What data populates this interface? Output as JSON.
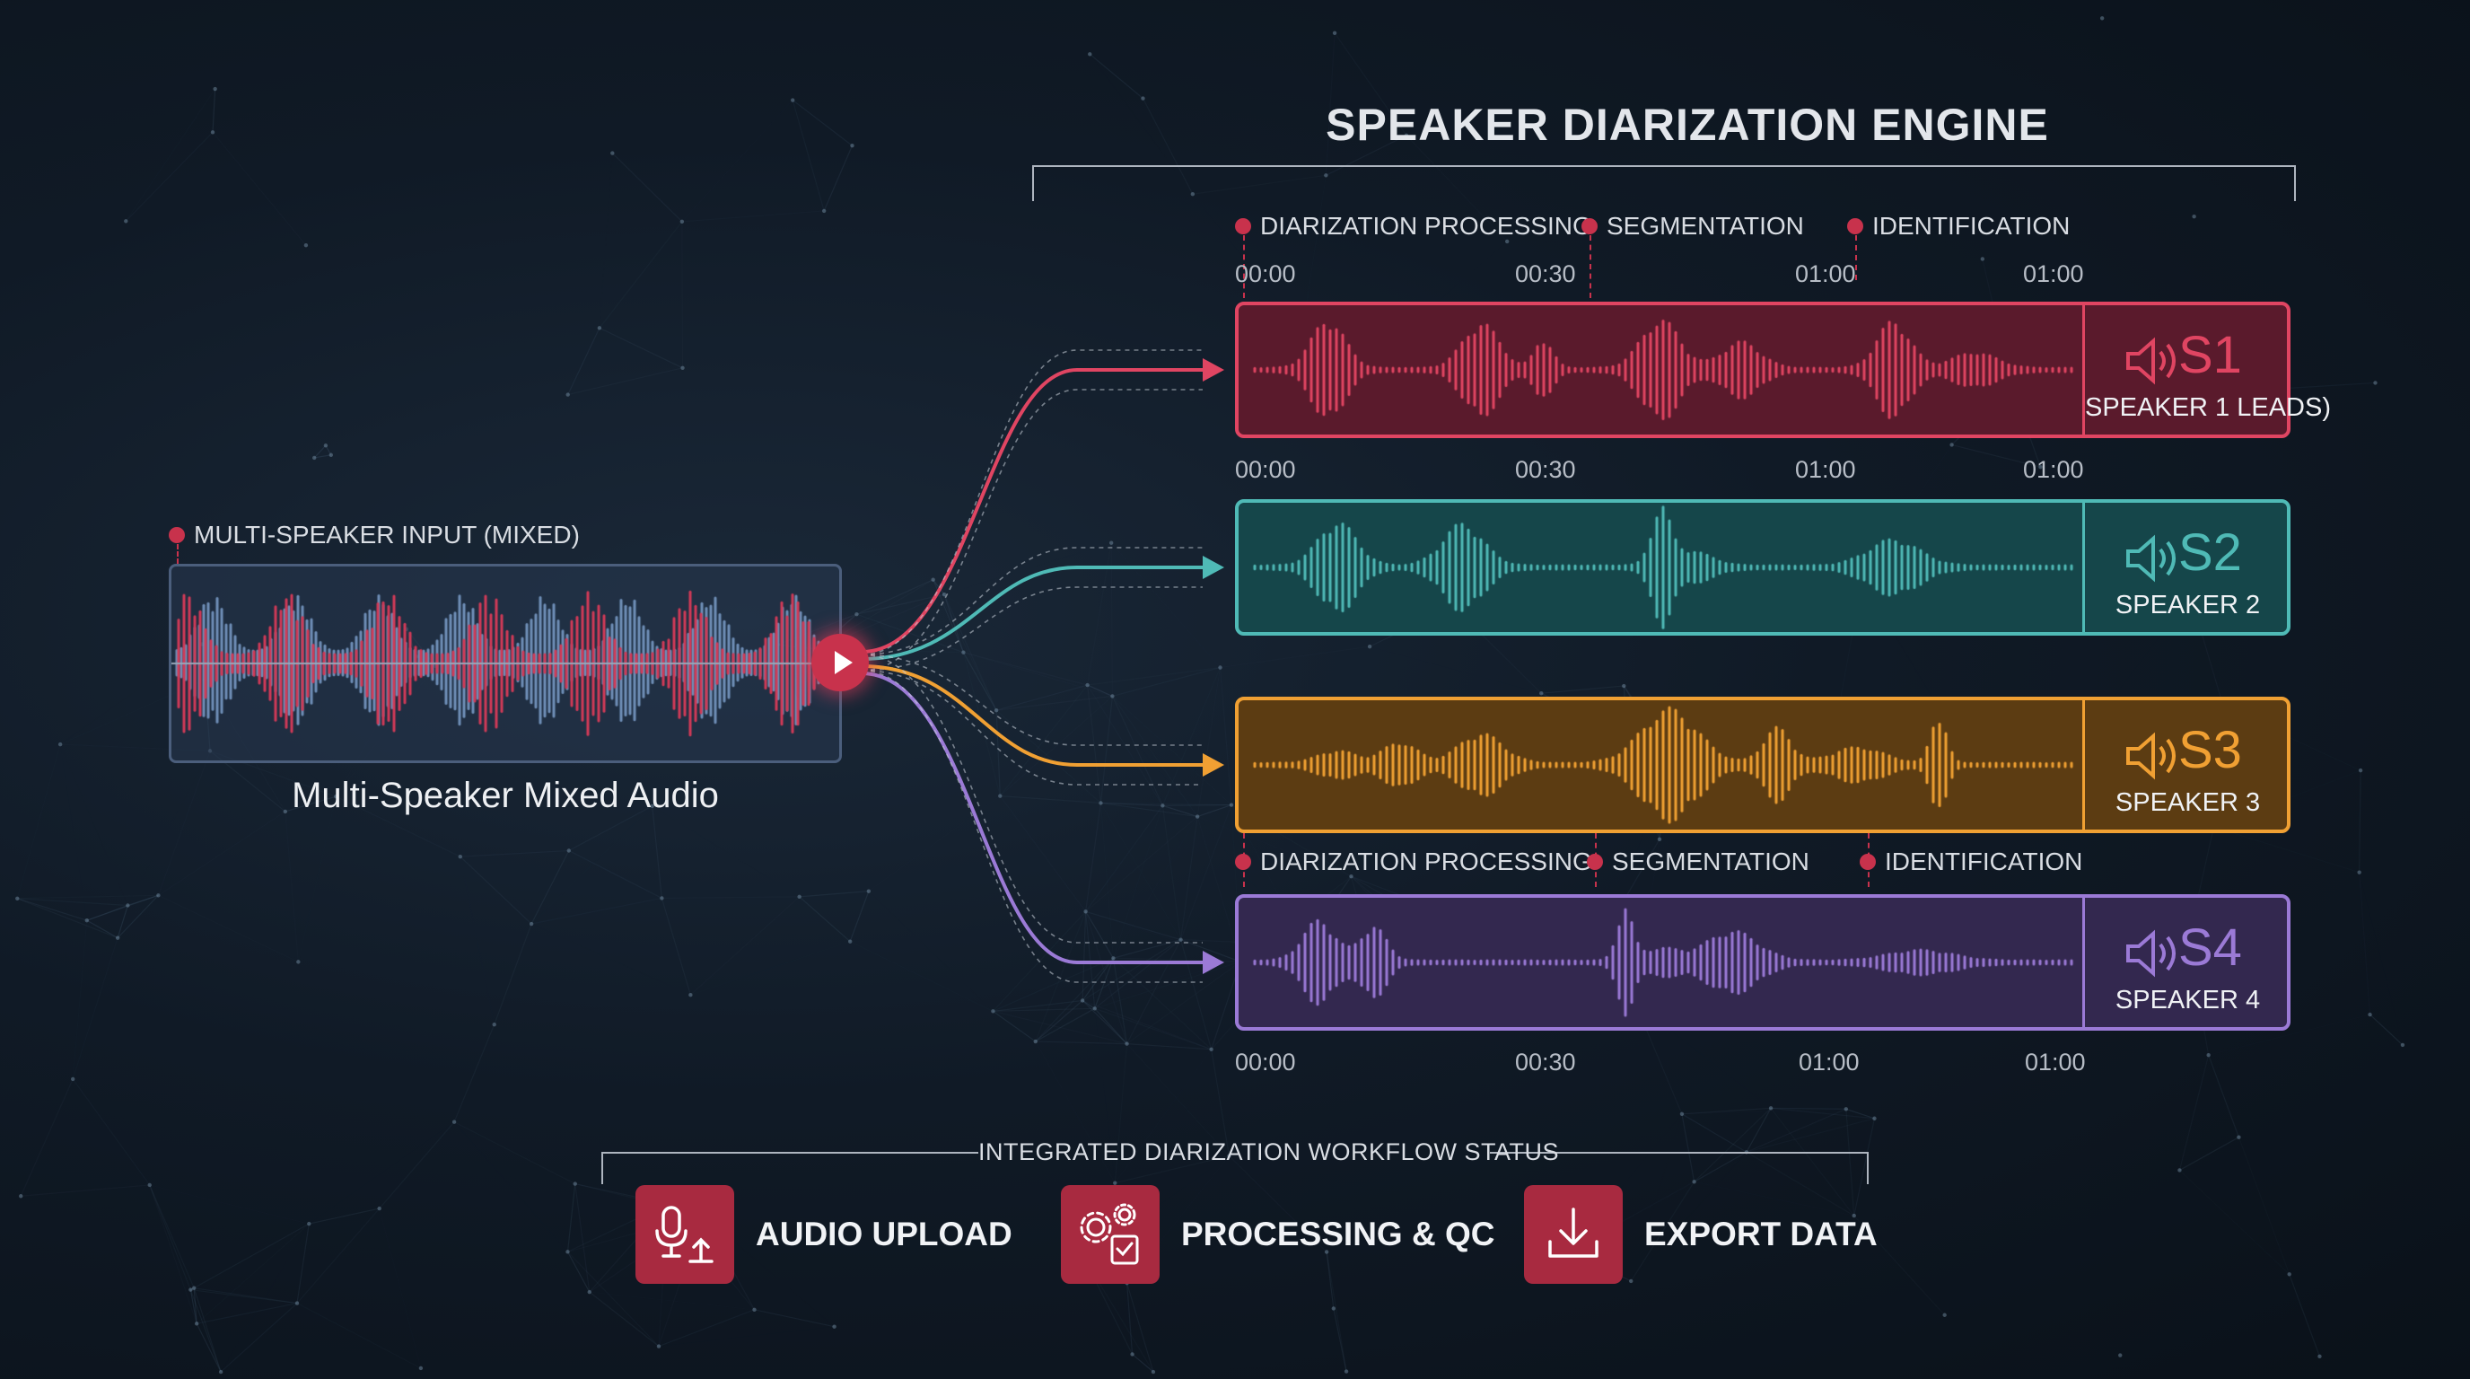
{
  "engine": {
    "title": "SPEAKER DIARIZATION ENGINE"
  },
  "stages_top": {
    "processing": "DIARIZATION PROCESSING",
    "segmentation": "SEGMENTATION",
    "identification": "IDENTIFICATION"
  },
  "stages_bottom": {
    "processing": "DIARIZATION PROCESSING",
    "segmentation": "SEGMENTATION",
    "identification": "IDENTIFICATION"
  },
  "time_rows": [
    [
      "00:00",
      "00:30",
      "01:00",
      "01:00"
    ],
    [
      "00:00",
      "00:30",
      "01:00",
      "01:00"
    ],
    [
      "00:00",
      "00:30",
      "01:00",
      "01:00"
    ]
  ],
  "input": {
    "label": "MULTI-SPEAKER INPUT (MIXED)",
    "caption": "Multi-Speaker Mixed Audio",
    "colors": {
      "primary": "#d13a57",
      "secondary": "#6f8fb8"
    }
  },
  "speakers": [
    {
      "id": "S1",
      "name": "SPEAKER 1 LEADS)",
      "color": "#e04562",
      "fill": "#5a1a2c",
      "icon": "speaker-icon"
    },
    {
      "id": "S2",
      "name": "SPEAKER 2",
      "color": "#4fbab6",
      "fill": "#15464a",
      "icon": "speaker-icon"
    },
    {
      "id": "S3",
      "name": "SPEAKER 3",
      "color": "#f0a033",
      "fill": "#5c3c12",
      "icon": "speaker-icon"
    },
    {
      "id": "S4",
      "name": "SPEAKER 4",
      "color": "#9b7ad6",
      "fill": "#33284f",
      "icon": "speaker-icon"
    }
  ],
  "workflow": {
    "title": "INTEGRATED DIARIZATION WORKFLOW STATUS",
    "steps": [
      {
        "label": "AUDIO UPLOAD",
        "icon": "microphone-upload-icon"
      },
      {
        "label": "PROCESSING & QC",
        "icon": "gears-checklist-icon"
      },
      {
        "label": "EXPORT DATA",
        "icon": "download-icon"
      }
    ],
    "accent": "#a82a40"
  }
}
